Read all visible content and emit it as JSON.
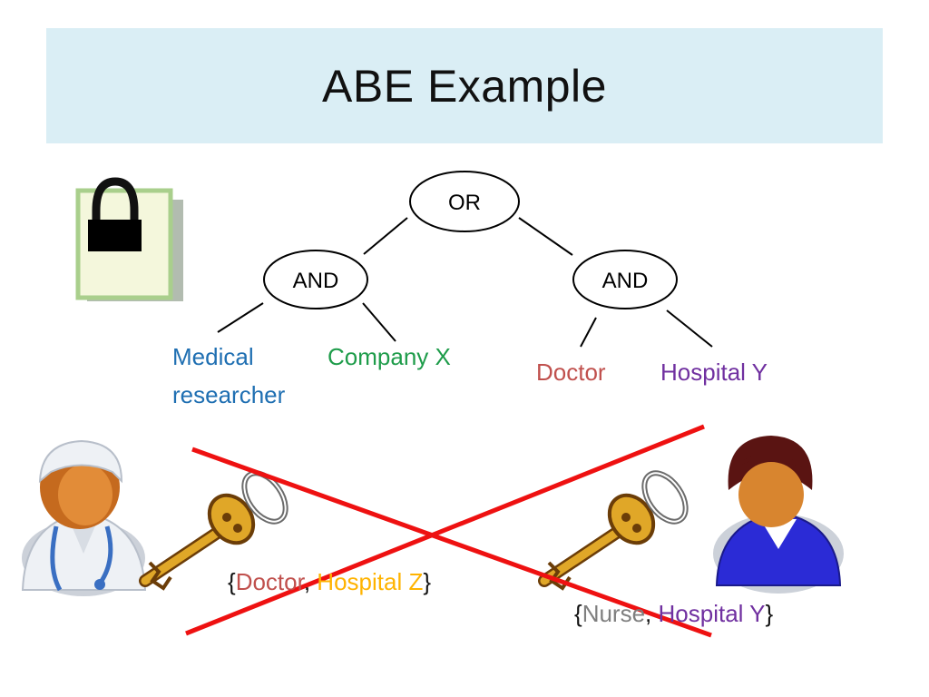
{
  "slide": {
    "title": "ABE Example"
  },
  "colors": {
    "title_bg": "#daeef5",
    "medical": "#1f6fb2",
    "company": "#1e9c4a",
    "doctor": "#c0504d",
    "hospital_y": "#7030a0",
    "hospital_z": "#ffb300",
    "nurse": "#7f7f7f",
    "cross": "#ee1111"
  },
  "tree": {
    "root": "OR",
    "left_gate": "AND",
    "right_gate": "AND",
    "leaves": {
      "medical_line1": "Medical",
      "medical_line2": "researcher",
      "company": "Company X",
      "doctor": "Doctor",
      "hospital": "Hospital Y"
    }
  },
  "key_sets": {
    "doctor_set": {
      "open": "{",
      "attr1": "Doctor",
      "sep": ", ",
      "attr2": "Hospital Z",
      "close": "}"
    },
    "nurse_set": {
      "open": "{",
      "attr1": "Nurse",
      "sep": ", ",
      "attr2": "Hospital Y",
      "close": "}"
    }
  },
  "icons": {
    "lock": "padlock-document-icon",
    "doctor": "doctor-user-icon",
    "nurse": "female-user-icon",
    "key": "key-icon"
  }
}
